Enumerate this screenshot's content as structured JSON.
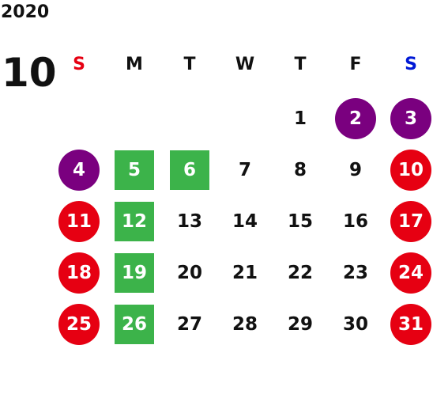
{
  "year": "2020",
  "month": "10",
  "weekday_headers": [
    {
      "label": "S",
      "color": "#e60012"
    },
    {
      "label": "M",
      "color": "#111111"
    },
    {
      "label": "T",
      "color": "#111111"
    },
    {
      "label": "W",
      "color": "#111111"
    },
    {
      "label": "T",
      "color": "#111111"
    },
    {
      "label": "F",
      "color": "#111111"
    },
    {
      "label": "S",
      "color": "#0019d6"
    }
  ],
  "colors": {
    "holiday_red": "#e60012",
    "purple": "#7a007f",
    "green": "#3cb34a"
  },
  "weeks": [
    [
      null,
      null,
      null,
      null,
      {
        "day": "1"
      },
      {
        "day": "2",
        "style": "purple"
      },
      {
        "day": "3",
        "style": "purple"
      }
    ],
    [
      {
        "day": "4",
        "style": "purple"
      },
      {
        "day": "5",
        "style": "green"
      },
      {
        "day": "6",
        "style": "green"
      },
      {
        "day": "7"
      },
      {
        "day": "8"
      },
      {
        "day": "9"
      },
      {
        "day": "10",
        "style": "red"
      }
    ],
    [
      {
        "day": "11",
        "style": "red"
      },
      {
        "day": "12",
        "style": "green"
      },
      {
        "day": "13"
      },
      {
        "day": "14"
      },
      {
        "day": "15"
      },
      {
        "day": "16"
      },
      {
        "day": "17",
        "style": "red"
      }
    ],
    [
      {
        "day": "18",
        "style": "red"
      },
      {
        "day": "19",
        "style": "green"
      },
      {
        "day": "20"
      },
      {
        "day": "21"
      },
      {
        "day": "22"
      },
      {
        "day": "23"
      },
      {
        "day": "24",
        "style": "red"
      }
    ],
    [
      {
        "day": "25",
        "style": "red"
      },
      {
        "day": "26",
        "style": "green"
      },
      {
        "day": "27"
      },
      {
        "day": "28"
      },
      {
        "day": "29"
      },
      {
        "day": "30"
      },
      {
        "day": "31",
        "style": "red"
      }
    ]
  ]
}
